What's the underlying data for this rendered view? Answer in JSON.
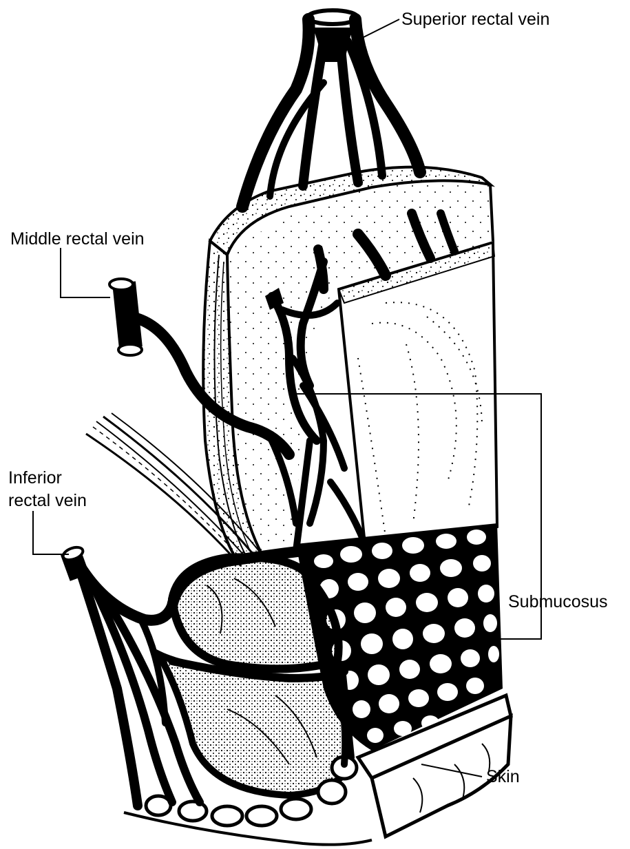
{
  "labels": {
    "superior_rectal_vein": "Superior rectal vein",
    "middle_rectal_vein": "Middle rectal vein",
    "inferior_rectal_vein_line1": "Inferior",
    "inferior_rectal_vein_line2": "rectal vein",
    "submucosus": "Submucosus",
    "skin": "Skin"
  },
  "colors": {
    "ink": "#000000",
    "background": "#ffffff"
  }
}
